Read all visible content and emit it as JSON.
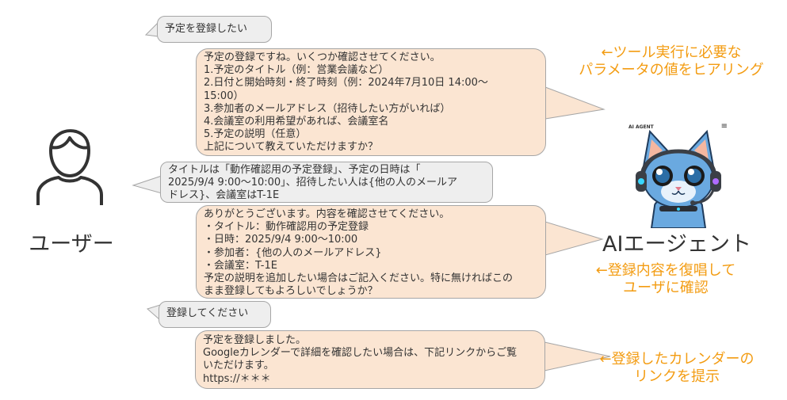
{
  "messages": [
    {
      "role": "user",
      "text": "予定を登録したい"
    },
    {
      "role": "agent",
      "text": "予定の登録ですね。いくつか確認させてください。\n1.予定のタイトル（例：営業会議など）\n2.日付と開始時刻・終了時刻（例：2024年7月10日 14:00〜\n15:00）\n3.参加者のメールアドレス（招待したい方がいれば）\n4.会議室の利用希望があれば、会議室名\n5.予定の説明（任意）\n上記について教えていただけますか？"
    },
    {
      "role": "user",
      "text": "タイトルは「動作確認用の予定登録」、予定の日時は「\n2025/9/4 9:00〜10:00」、招待したい人は{他の人のメールア\nドレス}、会議室はT-1E"
    },
    {
      "role": "agent",
      "text": "ありがとうございます。内容を確認させてください。\n・タイトル：動作確認用の予定登録\n・日時：2025/9/4 9:00〜10:00\n・参加者：{他の人のメールアドレス}\n・会議室：T-1E\n予定の説明を追加したい場合はご記入ください。特に無ければこの\nまま登録してもよろしいでしょうか？"
    },
    {
      "role": "user",
      "text": "登録してください"
    },
    {
      "role": "agent",
      "text": "予定を登録しました。\nGoogleカレンダーで詳細を確認したい場合は、下記リンクからご覧\nいただけます。\nhttps://＊＊＊"
    }
  ],
  "user_label": "ユーザー",
  "agent": {
    "label": "AIエージェント",
    "image_caption": "AI AGENT",
    "menu_icon": "hamburger-menu-icon",
    "picture": "cartoon blue cat wearing headset"
  },
  "annotations": [
    "←ツール実行に必要な\nパラメータの値をヒアリング",
    "←登録内容を復唱して\nユーザに確認",
    "←登録したカレンダーの\nリンクを提示"
  ],
  "colors": {
    "user_bubble": "#eeeeee",
    "agent_bubble": "#fbe5d2",
    "bubble_border": "#a6a6a6",
    "annotation": "#f39c12",
    "text": "#333333"
  }
}
